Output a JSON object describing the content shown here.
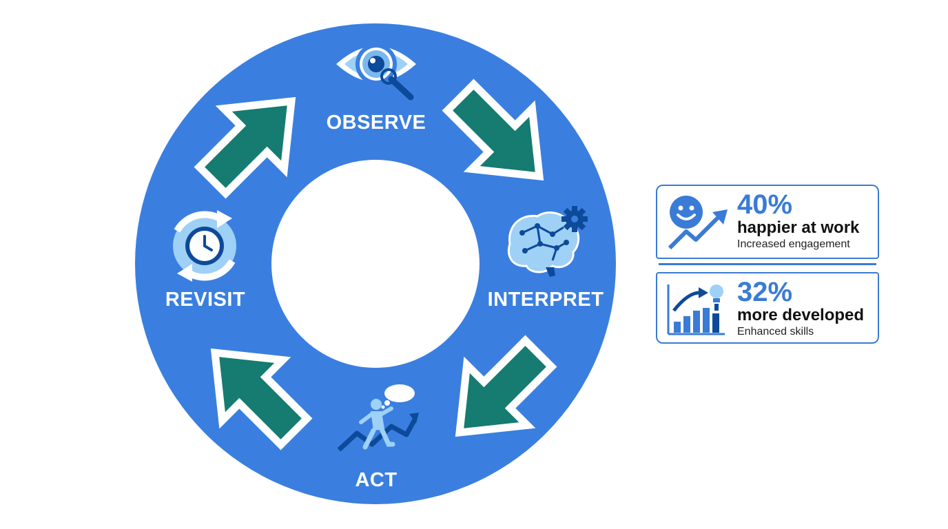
{
  "diagram": {
    "colors": {
      "ring": "#3a7fe0",
      "arrow_fill": "#167b70",
      "arrow_outline": "#ffffff",
      "icon_light": "#9fd0f5",
      "icon_dark": "#0d4a9a",
      "label": "#ffffff"
    },
    "stages": [
      {
        "id": "observe",
        "label": "OBSERVE",
        "icon": "eye-magnifier-icon"
      },
      {
        "id": "interpret",
        "label": "INTERPRET",
        "icon": "brain-gear-icon"
      },
      {
        "id": "act",
        "label": "ACT",
        "icon": "runner-growth-icon"
      },
      {
        "id": "revisit",
        "label": "REVISIT",
        "icon": "clock-cycle-icon"
      }
    ]
  },
  "stats": [
    {
      "value": "40%",
      "headline": "happier at work",
      "caption": "Increased engagement",
      "icon": "smiley-trend-icon"
    },
    {
      "value": "32%",
      "headline": "more developed",
      "caption": "Enhanced skills",
      "icon": "bar-chart-lightbulb-icon"
    }
  ]
}
